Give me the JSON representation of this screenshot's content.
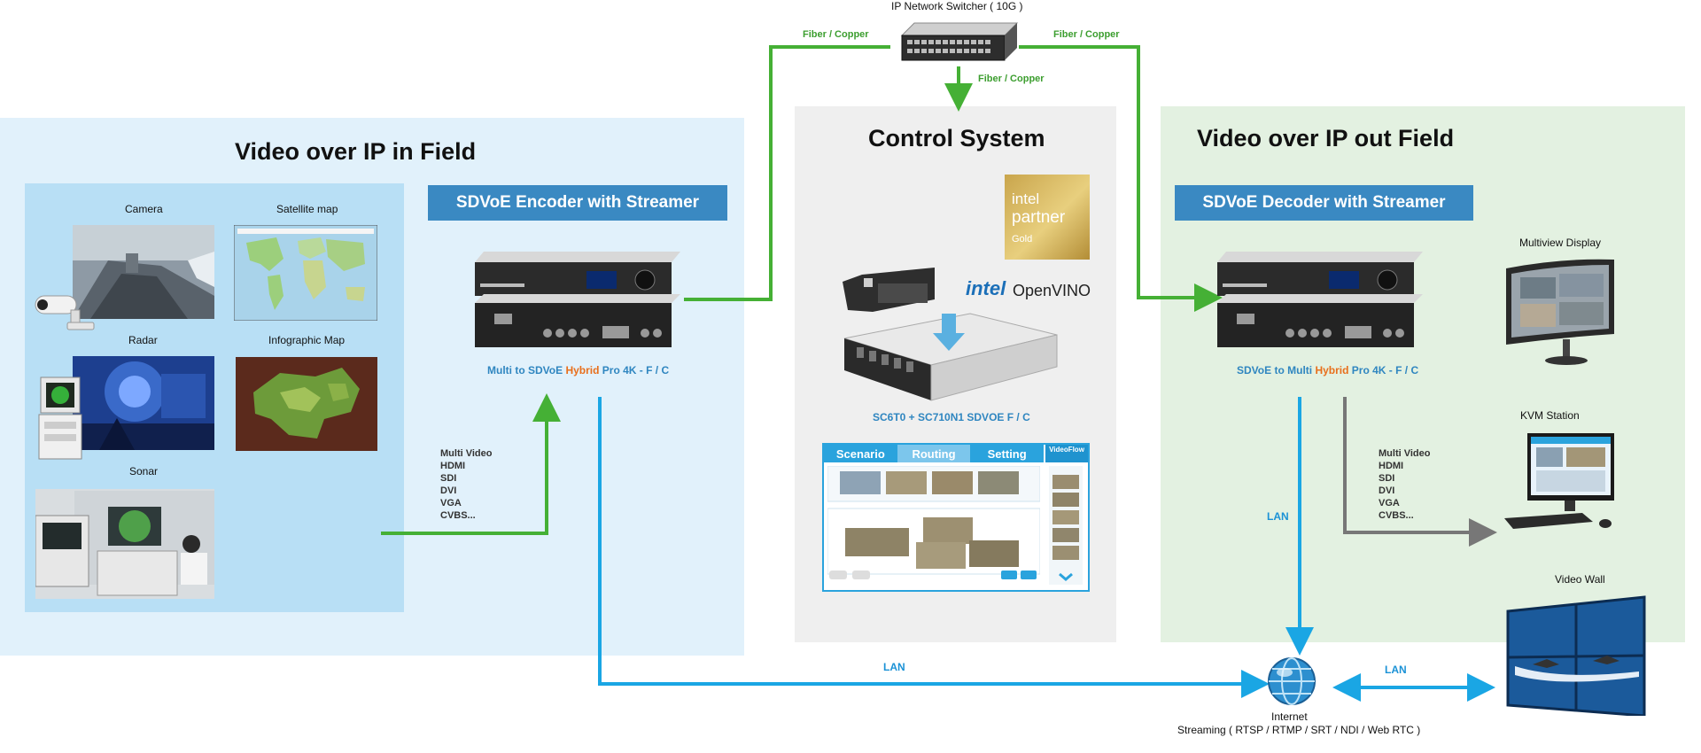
{
  "switch": {
    "title": "IP Network Switcher ( 10G )"
  },
  "links": {
    "fiber_left": "Fiber / Copper",
    "fiber_right": "Fiber / Copper",
    "fiber_down": "Fiber / Copper",
    "lan_bottom": "LAN",
    "lan_decoder": "LAN",
    "lan_wall": "LAN"
  },
  "left": {
    "title": "Video over IP in Field",
    "banner": "SDVoE Encoder with Streamer",
    "sources": [
      "Camera",
      "Satellite map",
      "Radar",
      "Infographic Map",
      "Sonar"
    ],
    "model_prefix": "Multi to SDVoE ",
    "model_hybrid": "Hybrid",
    "model_suffix": " Pro 4K - F / C",
    "signals": [
      "Multi Video",
      "HDMI",
      "SDI",
      "DVI",
      "VGA",
      "CVBS..."
    ]
  },
  "middle": {
    "title": "Control System",
    "badge": {
      "brand": "intel",
      "line1": "partner",
      "line2": "Gold"
    },
    "logos": {
      "intel": "intel",
      "openvino": "OpenVINO"
    },
    "model": "SC6T0 + SC710N1 SDVOE F / C",
    "ui": {
      "tabs": [
        "Scenario",
        "Routing",
        "Setting"
      ],
      "brand": "VideoFlow"
    }
  },
  "right": {
    "title": "Video over IP out Field",
    "banner": "SDVoE Decoder with Streamer",
    "model_prefix": "SDVoE to Multi ",
    "model_hybrid": "Hybrid",
    "model_suffix": " Pro 4K - F / C",
    "signals": [
      "Multi Video",
      "HDMI",
      "SDI",
      "DVI",
      "VGA",
      "CVBS..."
    ],
    "outputs": [
      "Multiview Display",
      "KVM Station",
      "Video Wall"
    ]
  },
  "internet": {
    "label": "Internet",
    "streaming": "Streaming ( RTSP / RTMP / SRT / NDI / Web RTC )"
  },
  "colors": {
    "green": "#45b035",
    "blue": "#1aa6e4",
    "gray": "#777777",
    "banner": "#3a89c2",
    "hybrid": "#e86f1c"
  }
}
